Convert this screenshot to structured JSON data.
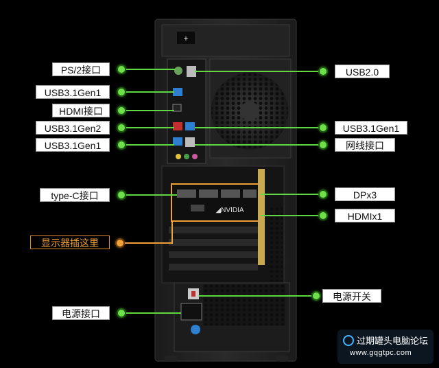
{
  "labels": {
    "ps2": "PS/2接口",
    "usb31gen1_a": "USB3.1Gen1",
    "hdmi_port": "HDMI接口",
    "usb31gen2": "USB3.1Gen2",
    "usb31gen1_b": "USB3.1Gen1",
    "typec": "type-C接口",
    "display_plug": "显示器插这里",
    "power_port": "电源接口",
    "usb20": "USB2.0",
    "usb31gen1_c": "USB3.1Gen1",
    "lan": "网线接口",
    "dp": "DPx3",
    "hdmi_gpu": "HDMIx1",
    "power_switch": "电源开关"
  },
  "watermark": {
    "name": "过期罐头电脑论坛",
    "url": "www.gqgtpc.com"
  },
  "colors": {
    "accent_green": "#5fd842",
    "accent_orange": "#f0a23a",
    "background": "#000000"
  }
}
